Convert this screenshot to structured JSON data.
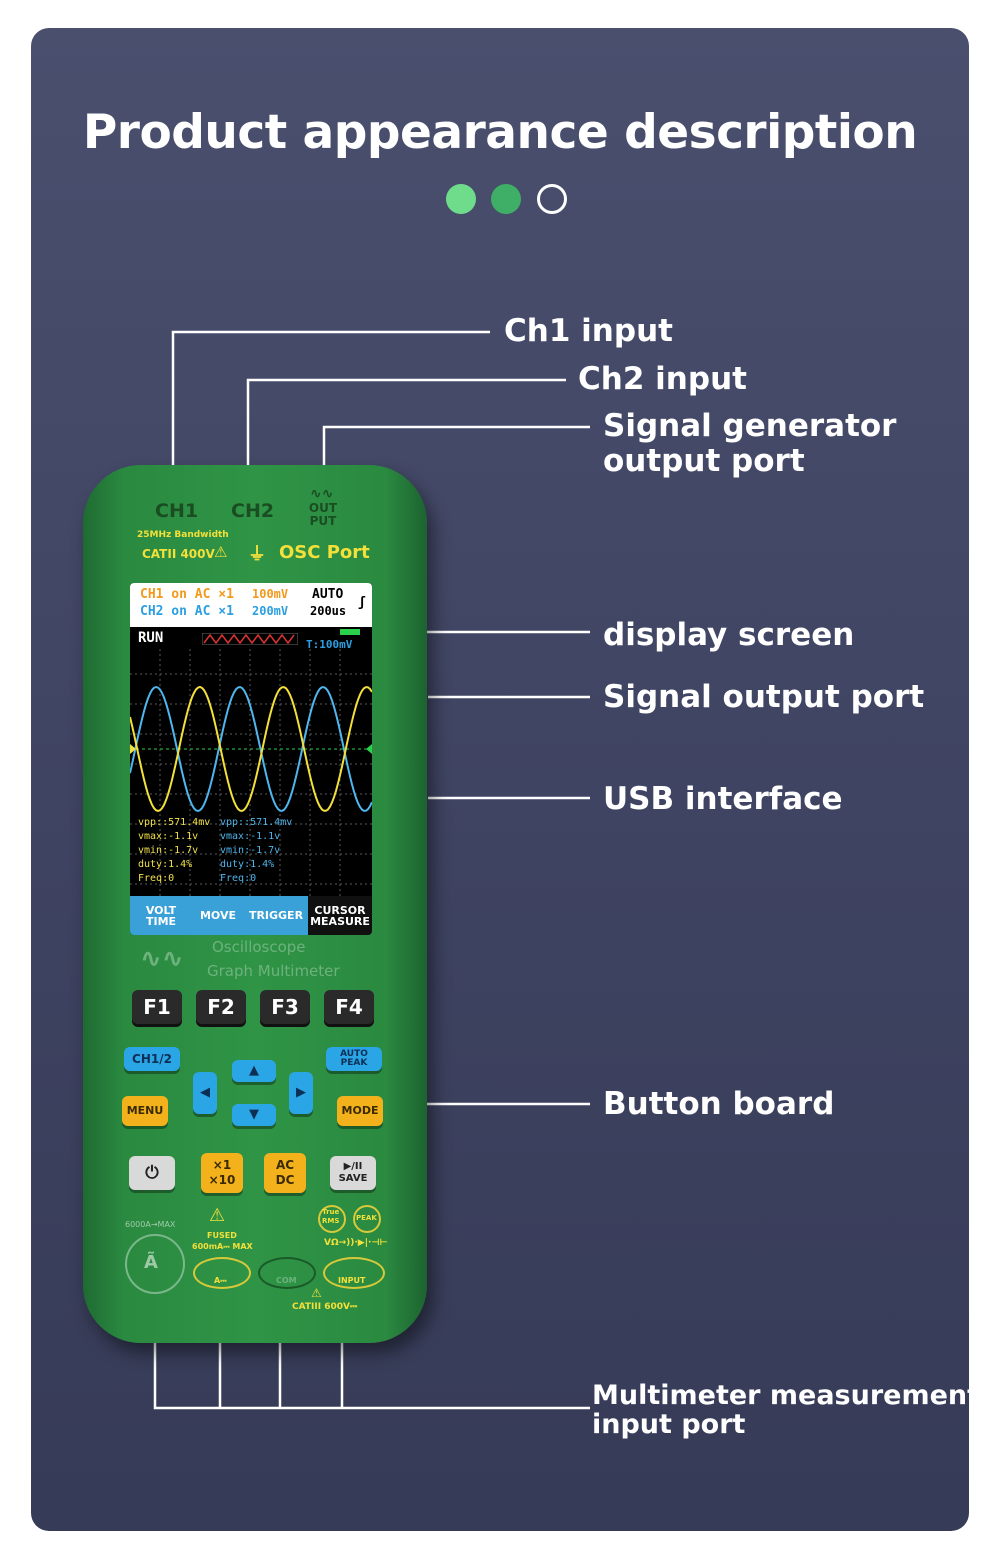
{
  "header": {
    "title": "Product appearance description",
    "indicator_dots": [
      {
        "state": "filled",
        "color": "#6fdc8c"
      },
      {
        "state": "filled",
        "color": "#3fae66"
      },
      {
        "state": "outline",
        "color": "#ffffff"
      }
    ]
  },
  "callouts": {
    "ch1_input": "Ch1 input",
    "ch2_input": "Ch2 input",
    "signal_generator_line1": "Signal generator",
    "signal_generator_line2": "output port",
    "display_screen": "display screen",
    "signal_output_port": "Signal output port",
    "usb_interface": "USB interface",
    "button_board": "Button board",
    "multimeter_line1": "Multimeter measurement",
    "multimeter_line2": "input port"
  },
  "device": {
    "top": {
      "ch1": "CH1",
      "ch2": "CH2",
      "out_put": "OUT PUT",
      "bandwidth": "25MHz Bandwidth",
      "cat_rating": "CATII 400V",
      "osc_port": "OSC Port"
    },
    "screen": {
      "ch1_line": "CH1 on AC ×1",
      "ch1_scale": "100mV",
      "ch2_line": "CH2 on AC ×1",
      "ch2_scale": "200mV",
      "mode": "AUTO",
      "timebase": "200us",
      "run": "RUN",
      "trigger_level": "T:100mV",
      "ch1_measurements": [
        "vpp::571.4mv",
        "vmax:-1.1v",
        "vmin:-1.7v",
        "duty:1.4%",
        "Freq:0"
      ],
      "ch2_measurements": [
        "vpp::571.4mv",
        "vmax:-1.1v",
        "vmin:-1.7v",
        "duty:1.4%",
        "Freq:0"
      ],
      "softkeys": [
        {
          "line1": "VOLT",
          "line2": "TIME"
        },
        {
          "line1": "MOVE",
          "line2": ""
        },
        {
          "line1": "TRIGGER",
          "line2": ""
        },
        {
          "line1": "CURSOR",
          "line2": "MEASURE"
        }
      ]
    },
    "brand": {
      "line1": "Oscilloscope",
      "line2": "Graph Multimeter"
    },
    "buttons": {
      "f1": "F1",
      "f2": "F2",
      "f3": "F3",
      "f4": "F4",
      "ch12": "CH1/2",
      "auto_peak_1": "AUTO",
      "auto_peak_2": "PEAK",
      "menu": "MENU",
      "mode": "MODE",
      "x1": "×1",
      "x10": "×10",
      "ac": "AC",
      "dc": "DC",
      "play_pause": "▶/II",
      "save": "SAVE"
    },
    "bottom": {
      "max_current": "6000A→MAX",
      "fused": "FUSED",
      "fused_rating": "600mA⎓ MAX",
      "true_rms_1": "True",
      "true_rms_2": "RMS",
      "peak": "PEAK",
      "symbols": "VΩ→))·▶|·⊣⊢",
      "port_a": "A⎓",
      "port_com": "COM",
      "port_input": "INPUT",
      "cat_rating": "CATIII 600V⎓"
    }
  }
}
